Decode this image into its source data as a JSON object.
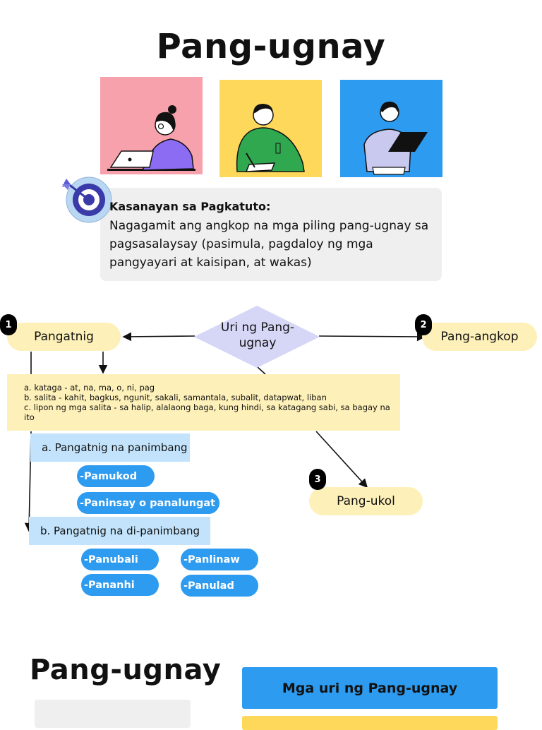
{
  "title": "Pang-ugnay",
  "objective": {
    "heading": "Kasanayan sa Pagkatuto:",
    "text": "Nagagamit ang angkop na mga piling pang-ugnay sa pagsasalaysay (pasimula, pagdaloy ng mga pangyayari at kaisipan, at wakas)"
  },
  "diagram": {
    "center": {
      "line1": "Uri ng Pang-",
      "line2": "ugnay"
    },
    "nodes": [
      {
        "number": "1",
        "label": "Pangatnig"
      },
      {
        "number": "2",
        "label": "Pang-angkop"
      },
      {
        "number": "3",
        "label": "Pang-ukol"
      }
    ],
    "pangatnig_examples": [
      "a. kataga - at, na, ma, o, ni, pag",
      "b. salita - kahit, bagkus, ngunit, sakali, samantala, subalit, datapwat, liban",
      "c. lipon ng mga salita - sa halip, alalaong baga, kung hindi, sa katagang sabi, sa bagay na ito"
    ],
    "panimbang": {
      "label": "a. Pangatnig na panimbang",
      "items": [
        "-Pamukod",
        "-Paninsay o panalungat"
      ]
    },
    "di_panimbang": {
      "label": "b. Pangatnig na di-panimbang",
      "items": [
        "-Panubali",
        "-Panlinaw",
        "-Pananhi",
        "-Panulad"
      ]
    }
  },
  "bottom": {
    "title": "Pang-ugnay",
    "card_label": "Mga uri ng Pang-ugnay"
  },
  "colors": {
    "pink": "#f6a1ab",
    "yellow": "#fdd85b",
    "blue": "#2d9bf0",
    "pale_yellow": "#fdf0b8",
    "light_blue": "#c2e3fb",
    "grey": "#efefef",
    "lavender": "#d6d6f7"
  }
}
